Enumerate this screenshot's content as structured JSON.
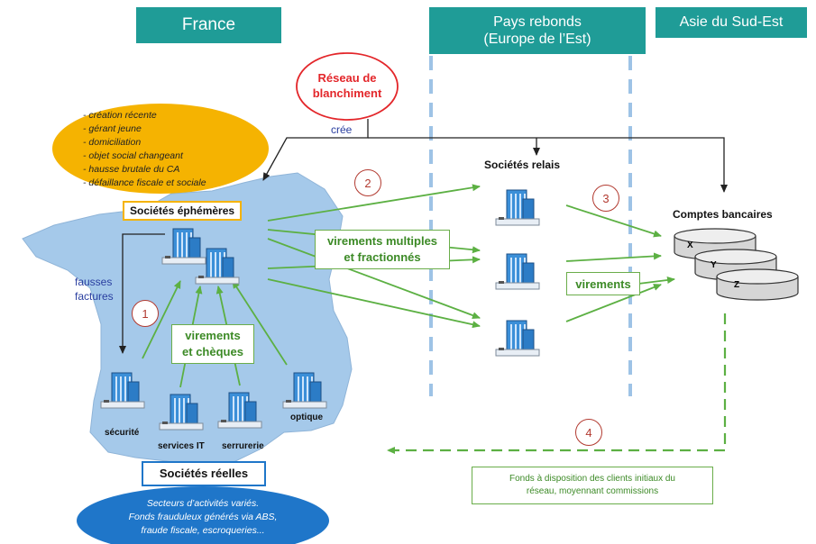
{
  "headers": {
    "france": "France",
    "pays_rebonds_line1": "Pays rebonds",
    "pays_rebonds_line2": "(Europe de l’Est)",
    "asie": "Asie du Sud-Est"
  },
  "reseau": {
    "line1": "Réseau de",
    "line2": "blanchiment",
    "cree": "crée"
  },
  "characteristics": [
    "- création récente",
    "- gérant jeune",
    "- domiciliation",
    "- objet social changeant",
    "- hausse brutale du CA",
    "- défaillance fiscale et sociale"
  ],
  "societes_ephemeres": "Sociétés éphémères",
  "fausses_factures_line1": "fausses",
  "fausses_factures_line2": "factures",
  "virements_multiples_line1": "virements multiples",
  "virements_multiples_line2": "et fractionnés",
  "virements_cheques_line1": "virements",
  "virements_cheques_line2": "et chèques",
  "societes_relais": "Sociétés relais",
  "comptes_bancaires": "Comptes bancaires",
  "accounts": [
    "X",
    "Y",
    "Z"
  ],
  "virements": "virements",
  "steps": [
    "1",
    "2",
    "3",
    "4"
  ],
  "real_companies": [
    "sécurité",
    "services IT",
    "serrurerie",
    "optique"
  ],
  "societes_reelles": "Sociétés réelles",
  "sectors": [
    "Secteurs d’activités variés.",
    "Fonds frauduleux générés via ABS,",
    "fraude fiscale, escroqueries..."
  ],
  "fonds_line1": "Fonds à disposition des clients initiaux du",
  "fonds_line2": "réseau, moyennant commissions",
  "colors": {
    "header_teal": "#1f9c97",
    "france_map": "#a5c9ea",
    "arrow_green": "#5cb043",
    "circle_red": "#b23a30",
    "ellipse_yellow": "#f5b301",
    "ellipse_blue": "#1f76c9",
    "dashed_blue": "#9ec3e6",
    "reseau_red": "#e3262a"
  }
}
